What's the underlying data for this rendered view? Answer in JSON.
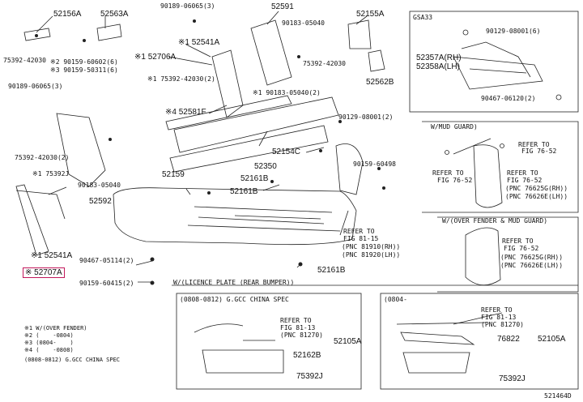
{
  "diagram": {
    "code": "521464D",
    "box_gsa33": {
      "title": "GSA33",
      "labels": [
        "90129-08001(6)",
        "52357A(RH)",
        "52358A(LH)",
        "90467-06120(2)"
      ]
    },
    "box_mud_guard": {
      "title": "W/MUD GUARD)",
      "refer_a": [
        "REFER TO",
        "FIG 76-52"
      ],
      "refer_b": [
        "REFER TO",
        "FIG 76-52"
      ],
      "pnc_b": [
        "(PNC 76625G(RH))",
        "(PNC 76626E(LH))"
      ]
    },
    "box_fender": {
      "title": "W/(OVER FENDER & MUD GUARD)",
      "refer": [
        "REFER TO",
        "FIG 76-52"
      ],
      "pnc": [
        "(PNC 76625G(RH))",
        "(PNC 76626E(LH))"
      ]
    },
    "box_plate": {
      "title": "W/(LICENCE PLATE (REAR BUMPER))",
      "sub_left": {
        "title": "(0808-0812) G.GCC CHINA SPEC",
        "refer": [
          "REFER TO",
          "FIG 81-13"
        ],
        "pnc": "(PNC 81270)",
        "labels": [
          "52105A",
          "52162B",
          "75392J"
        ]
      },
      "sub_right": {
        "title": "(0804-",
        "refer": [
          "REFER TO",
          "FIG 81-13"
        ],
        "pnc": "(PNC 81270)",
        "labels": [
          "76822",
          "52105A",
          "75392J"
        ]
      }
    },
    "main_labels": {
      "p52156A": "52156A",
      "p52563A": "52563A",
      "p75392_42030a": "75392-42030",
      "p90159_60602": "※2 90159-60602(6)",
      "p90159_50311": "※3 90159-50311(6)",
      "p90189_06065a": "90189-06065(3)",
      "p90189_06065b": "90189-06065(3)",
      "p52591": "52591",
      "p90183_05040a": "90183-05040",
      "p75392_42030b": "75392-42030",
      "p52155A": "52155A",
      "p52562B": "52562B",
      "p152541A": "※1 52541A",
      "p152706A": "※1 52706A",
      "p175392_42030": "※1 75392-42030(2)",
      "p190183_05040": "※1 90183-05040(2)",
      "p452581F": "※4 52581F",
      "p90129_08001": "90129-08001(2)",
      "p52154C": "52154C",
      "p52350": "52350",
      "p90159_60498": "90159-60498",
      "p52161Ba": "52161B",
      "p52161Bb": "52161B",
      "p52161Bc": "52161B",
      "p52159": "52159",
      "p75392_42030c": "75392-42030(2)",
      "p175392J": "※1 75392J",
      "p90183_05040b": "90183-05040",
      "p52592": "52592",
      "p152541A_b": "※1 52541A",
      "p52707A": "※ 52707A",
      "p90467_05114": "90467-05114(2)",
      "p90159_60415": "90159-60415(2)",
      "refer_main": [
        "REFER TO",
        "FIG 81-15",
        "(PNC 81910(RH))",
        "(PNC 81920(LH))"
      ]
    },
    "notes": [
      "※1 W/(OVER FENDER)",
      "※2 (    -0804)",
      "※3 (0804-    )",
      "※4 (    -0808)",
      "(0808-0812) G.GCC CHINA SPEC"
    ]
  }
}
